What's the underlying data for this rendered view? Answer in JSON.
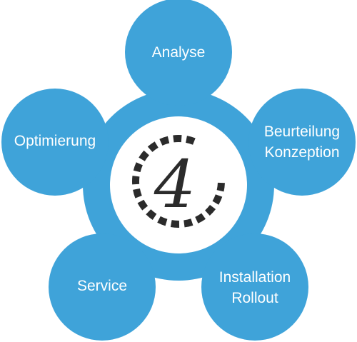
{
  "colors": {
    "node": "#3fa3d9",
    "ring": "#3fa3d9",
    "center": "#ffffff",
    "dash": "#2b2b2b",
    "label": "#ffffff"
  },
  "center": {
    "number": "4",
    "icon": "dashed-circle-icon"
  },
  "nodes": [
    {
      "lines": [
        "Analyse"
      ]
    },
    {
      "lines": [
        "Beurteilung",
        "Konzeption"
      ]
    },
    {
      "lines": [
        "Installation",
        "Rollout"
      ]
    },
    {
      "lines": [
        "Service"
      ]
    },
    {
      "lines": [
        "Optimierung"
      ]
    }
  ]
}
